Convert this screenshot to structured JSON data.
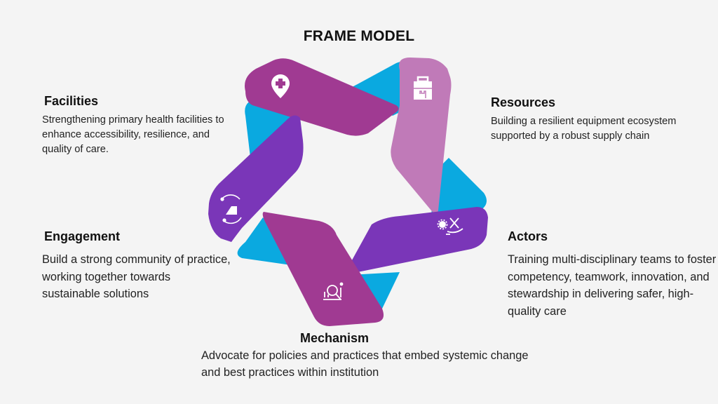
{
  "title": "FRAME MODEL",
  "colors": {
    "background": "#f4f4f4",
    "cyan": "#0aa9e0",
    "magenta": "#a03a92",
    "violet": "#7a36b8",
    "lilac": "#c07ab8"
  },
  "pillars": [
    {
      "key": "facilities",
      "heading": "Facilities",
      "description": "Strengthening primary health facilities to enhance accessibility, resilience, and quality of care.",
      "icon": "map-pin-medical-cross-icon"
    },
    {
      "key": "resources",
      "heading": "Resources",
      "description": "Building a resilient equipment ecosystem supported by a robust supply chain",
      "icon": "toolbox-wrench-icon"
    },
    {
      "key": "actors",
      "heading": "Actors",
      "description": "Training multi-disciplinary teams to foster competency, teamwork, innovation, and stewardship in delivering safer, high-quality care",
      "icon": "hand-gear-tools-icon"
    },
    {
      "key": "mechanism",
      "heading": "Mechanism",
      "description": "Advocate for policies and practices that embed systemic change and best practices within institution",
      "icon": "magnifier-chart-icon"
    },
    {
      "key": "engagement",
      "heading": "Engagement",
      "description": "Build a strong community of practice, working together towards sustainable solutions",
      "icon": "handshake-cycle-icon"
    }
  ]
}
